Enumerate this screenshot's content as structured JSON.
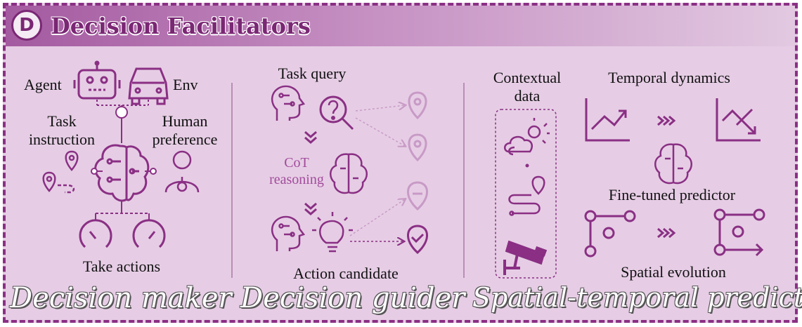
{
  "header": {
    "badge": "D",
    "title": "Decision Facilitators"
  },
  "sections": {
    "maker": {
      "title": "Decision maker",
      "agent": "Agent",
      "env": "Env",
      "task_instruction_1": "Task",
      "task_instruction_2": "instruction",
      "human_pref_1": "Human",
      "human_pref_2": "preference",
      "take_actions": "Take actions"
    },
    "guider": {
      "title": "Decision guider",
      "task_query": "Task query",
      "cot_1": "CoT",
      "cot_2": "reasoning",
      "action_candidate": "Action candidate"
    },
    "predictor": {
      "title": "Spatial-temporal predictor",
      "contextual_1": "Contextual",
      "contextual_2": "data",
      "temporal": "Temporal dynamics",
      "fine_tuned": "Fine-tuned predictor",
      "spatial": "Spatial evolution"
    }
  },
  "colors": {
    "primary": "#8a2f84",
    "light": "#c89ac6",
    "background": "#e6cde5",
    "frame": "#8a2f84"
  },
  "icons": [
    "robot-icon",
    "car-icon",
    "brain-circuit-icon",
    "map-pin-icon",
    "user-icon",
    "gauge-icon",
    "head-circuit-icon",
    "magnifier-question-icon",
    "lightbulb-icon",
    "check-pin-icon",
    "minus-pin-icon",
    "weather-icon",
    "route-icon",
    "camera-icon",
    "trend-up-icon",
    "trend-down-icon",
    "chevrons-right-icon"
  ]
}
